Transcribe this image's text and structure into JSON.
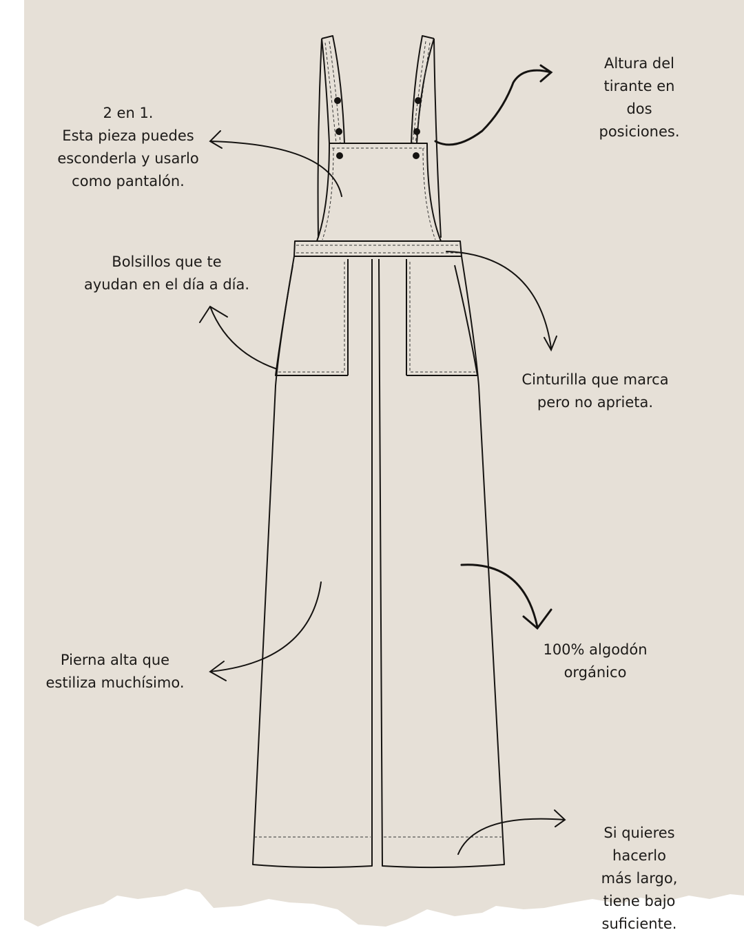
{
  "colors": {
    "paper": "#e6e0d7",
    "ink": "#151311"
  },
  "annotations": [
    {
      "id": "strap-height",
      "text": "Altura del tirante en\ndos posiciones."
    },
    {
      "id": "two-in-one",
      "text": "2 en 1.\nEsta pieza puedes\nesconderla y usarlo\ncomo pantalón."
    },
    {
      "id": "pockets",
      "text": "Bolsillos  que te\nayudan en el día a día."
    },
    {
      "id": "waistband",
      "text": "Cinturilla que marca\npero no aprieta."
    },
    {
      "id": "leg",
      "text": "Pierna alta que\nestiliza muchísimo."
    },
    {
      "id": "cotton",
      "text": "100% algodón orgánico"
    },
    {
      "id": "hem",
      "text": "Si quieres hacerlo\nmás largo, tiene bajo\nsuficiente."
    }
  ]
}
